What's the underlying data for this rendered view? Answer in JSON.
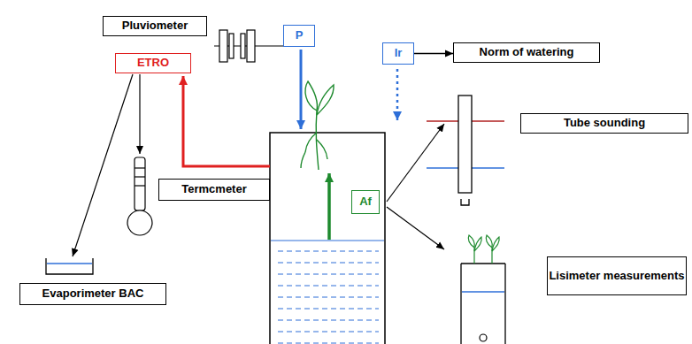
{
  "diagram": {
    "nodes": [
      {
        "text": [
          "Pluviometer"
        ]
      },
      {
        "text": [
          "P"
        ]
      },
      {
        "text": [
          "ETRO"
        ]
      },
      {
        "text": [
          "Ir"
        ]
      },
      {
        "text": [
          "Norm of watering"
        ]
      },
      {
        "text": [
          "Termcmeter"
        ]
      },
      {
        "text": [
          "Af"
        ]
      },
      {
        "text": [
          "Tube sounding"
        ]
      },
      {
        "text": [
          "Evaporimeter BAC"
        ]
      },
      {
        "text": [
          "Lisimeter measurements"
        ]
      }
    ],
    "edges": [
      {
        "from": 3,
        "to": 4,
        "arrow": "to"
      }
    ]
  }
}
